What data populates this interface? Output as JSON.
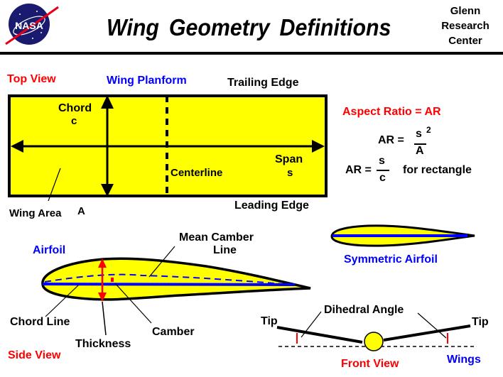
{
  "header": {
    "logo": "NASA",
    "title": "Wing  Geometry  Definitions",
    "org": [
      "Glenn",
      "Research",
      "Center"
    ]
  },
  "top_view": {
    "view_label": "Top  View",
    "planform_label": "Wing  Planform",
    "trailing_edge": "Trailing  Edge",
    "leading_edge": "Leading Edge",
    "chord_label": "Chord",
    "chord_symbol": "c",
    "span_label": "Span",
    "span_symbol": "s",
    "centerline": "Centerline",
    "wing_area_label": "Wing Area",
    "wing_area_symbol": "A"
  },
  "aspect_ratio": {
    "heading": "Aspect  Ratio = AR",
    "formula1_lhs": "AR  =",
    "formula1_num": "s",
    "formula1_exp": "2",
    "formula1_den": "A",
    "formula2_lhs": "AR =",
    "formula2_num": "s",
    "formula2_den": "c",
    "formula2_note": "for  rectangle"
  },
  "side_view": {
    "airfoil_label": "Airfoil",
    "mean_camber_line": [
      "Mean  Camber",
      "Line"
    ],
    "chord_line": "Chord  Line",
    "thickness": "Thickness",
    "camber": "Camber",
    "view_label": "Side View",
    "symmetric_airfoil": "Symmetric  Airfoil"
  },
  "front_view": {
    "tip_left": "Tip",
    "tip_right": "Tip",
    "dihedral_angle": "Dihedral  Angle",
    "view_label": "Front  View",
    "wings_label": "Wings"
  },
  "colors": {
    "wing_fill": "#ffff00",
    "outline": "#000000",
    "accent_red": "#ff0000",
    "accent_blue": "#0000ff",
    "logo_blue": "#1a1a6e"
  }
}
